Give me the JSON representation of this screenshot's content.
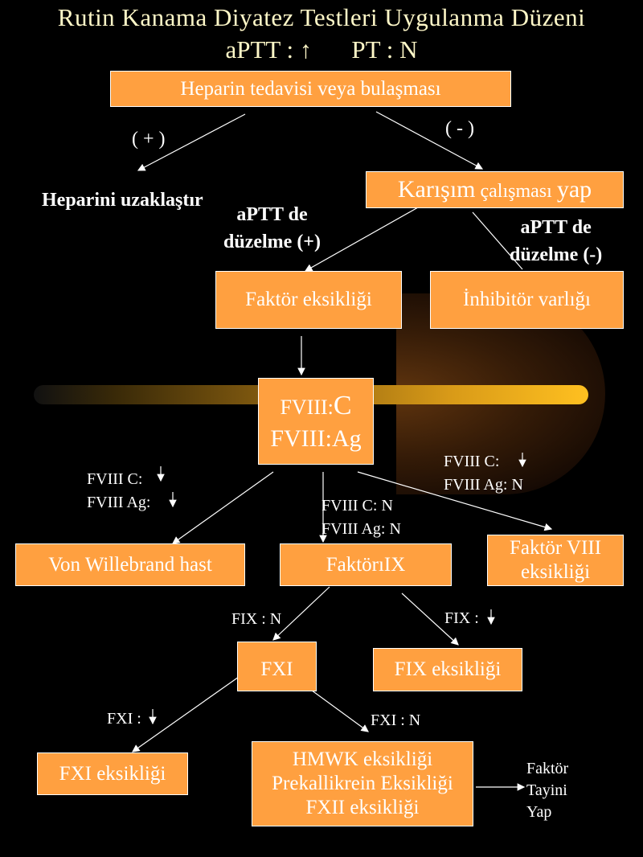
{
  "title": {
    "line1": "Rutin Kanama Diyatez Testleri Uygulanma Düzeni",
    "aptt_label": "aPTT :",
    "aptt_arrow": "↑",
    "pt_label": "PT : N"
  },
  "boxes": {
    "heparin": "Heparin tedavisi veya bulaşması",
    "karisim_big": "Karışım",
    "karisim_small": " çalışması ",
    "karisim_end": "yap",
    "faktor_eksikligi": "Faktör eksikliği",
    "inhibitor": "İnhibitör varlığı",
    "fviii_c_pre": "FVIII:",
    "fviii_c_post": "C",
    "fviii_ag": "FVIII:Ag",
    "von_willebrand": "Von Willebrand hast",
    "faktor_ix": "FaktörıIX",
    "faktor_viii_def_1": "Faktör VIII",
    "faktor_viii_def_2": "eksikliği",
    "fxi": "FXI",
    "fix_def": "FIX eksikliği",
    "fxi_def": "FXI eksikliği",
    "hmwk_1": "HMWK eksikliği",
    "hmwk_2": "Prekallikrein Eksikliği",
    "hmwk_3": "FXII eksikliği"
  },
  "labels": {
    "plus": "( + )",
    "minus": "( - )",
    "heparini_uzaklastir": "Heparini uzaklaştır",
    "aptt_duz_plus_1": "aPTT de",
    "aptt_duz_plus_2": "düzelme (+)",
    "aptt_duz_minus_1": "aPTT de",
    "aptt_duz_minus_2": "düzelme (-)",
    "vw_c": "FVIII C:",
    "vw_ag": "FVIII Ag:",
    "n_c": "FVIII C: N",
    "n_ag": "FVIII Ag: N",
    "f8_c": "FVIII C:",
    "f8_ag": "FVIII Ag: N",
    "fix_n": "FIX : N",
    "fix_down": "FIX :",
    "fxi_down": "FXI :",
    "fxi_n": "FXI : N",
    "faktor_tayini_1": "Faktör",
    "faktor_tayini_2": "Tayini",
    "faktor_tayini_3": "Yap"
  },
  "colors": {
    "background": "#000000",
    "box_fill": "#ffa040",
    "title_text": "#fff8c8"
  }
}
